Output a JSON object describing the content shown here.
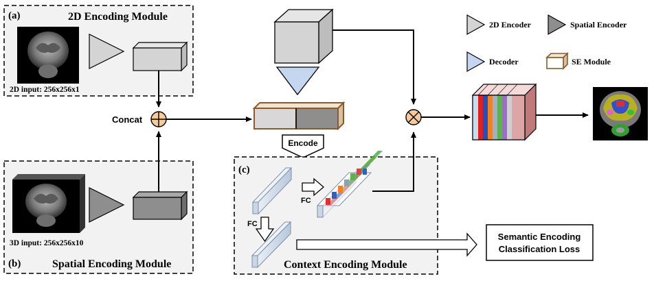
{
  "modules": {
    "encoding_2d": {
      "tag": "(a)",
      "title": "2D Encoding Module",
      "input_label": "2D input: 256x256x1"
    },
    "spatial": {
      "tag": "(b)",
      "title": "Spatial Encoding Module",
      "input_label": "3D input: 256x256x10"
    },
    "context": {
      "tag": "(c)",
      "title": "Context Encoding Module"
    }
  },
  "ops": {
    "concat": "Concat",
    "encode": "Encode",
    "fc": "FC"
  },
  "loss": {
    "line1": "Semantic Encoding",
    "line2": "Classification Loss"
  },
  "legend": {
    "encoder_2d": "2D Encoder",
    "spatial_encoder": "Spatial Encoder",
    "decoder": "Decoder",
    "se_module": "SE Module"
  },
  "colors": {
    "encoder_2d": "#d4d4d4",
    "spatial_encoder": "#8e8e8e",
    "decoder": "#c5d6f0",
    "se_module": "#8b5a2b",
    "module_bg": "#f2f2f2"
  },
  "icons": {
    "concat": "circle-plus-icon",
    "multiply": "circle-times-icon",
    "output": "segmentation-image-icon"
  }
}
